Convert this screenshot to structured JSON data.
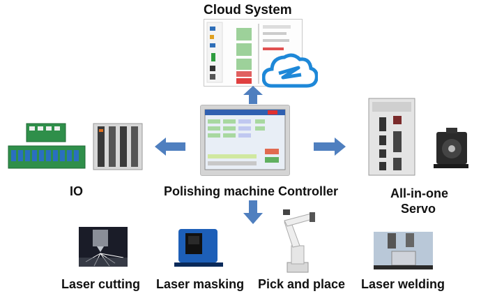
{
  "title": "Cloud System",
  "center_label": "Polishing machine Controller",
  "left_label": "IO",
  "right_label_line1": "All-in-one",
  "right_label_line2": "Servo",
  "apps": [
    {
      "label": "Laser cutting"
    },
    {
      "label": "Laser masking"
    },
    {
      "label": "Pick and place"
    },
    {
      "label": "Laser welding"
    }
  ],
  "colors": {
    "arrow": "#4f7fbf",
    "cloud": "#1e88d8",
    "controller_frame": "#c9c9c9",
    "screen_bg": "#e8eef6"
  },
  "icons": [
    "cloud-icon",
    "servo-drive-icon",
    "servo-motor-icon",
    "io-board-icon",
    "robot-arm-icon"
  ]
}
